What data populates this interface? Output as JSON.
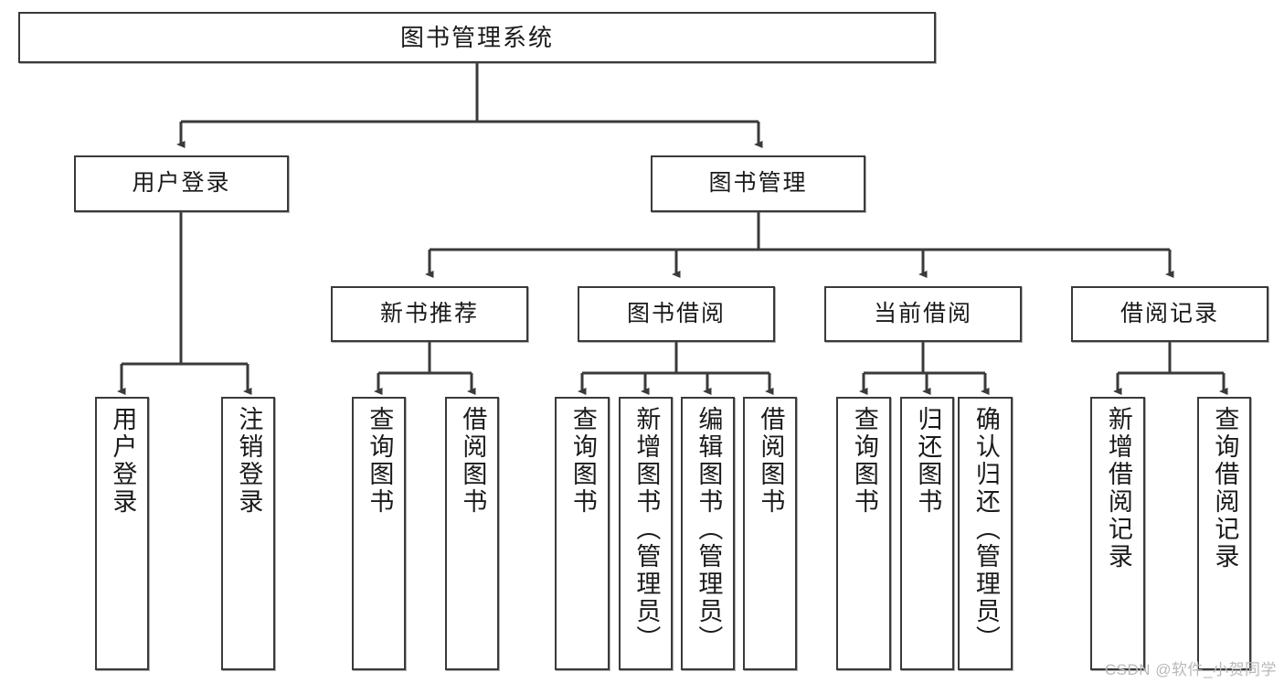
{
  "diagram": {
    "title": "图书管理系统",
    "type": "functional-decomposition-tree",
    "watermark": "CSDN @软件_小贺同学",
    "colors": {
      "stroke": "#3a3a3a",
      "fill": "#ffffff",
      "text": "#1a1a1a",
      "watermark": "#b9b9b9"
    },
    "levels": {
      "root": {
        "label": "图书管理系统"
      },
      "level2": [
        {
          "label": "用户登录"
        },
        {
          "label": "图书管理"
        }
      ],
      "level3": [
        {
          "label": "新书推荐"
        },
        {
          "label": "图书借阅"
        },
        {
          "label": "当前借阅"
        },
        {
          "label": "借阅记录"
        }
      ],
      "leaves": {
        "user_login": [
          {
            "label": "用户登录"
          },
          {
            "label": "注销登录"
          }
        ],
        "new_book_recommend": [
          {
            "label": "查询图书"
          },
          {
            "label": "借阅图书"
          }
        ],
        "book_borrow": [
          {
            "label": "查询图书"
          },
          {
            "label": "新增图书（管理员）"
          },
          {
            "label": "编辑图书（管理员）"
          },
          {
            "label": "借阅图书"
          }
        ],
        "current_borrow": [
          {
            "label": "查询图书"
          },
          {
            "label": "归还图书"
          },
          {
            "label": "确认归还（管理员）"
          }
        ],
        "borrow_record": [
          {
            "label": "新增借阅记录"
          },
          {
            "label": "查询借阅记录"
          }
        ]
      }
    }
  }
}
